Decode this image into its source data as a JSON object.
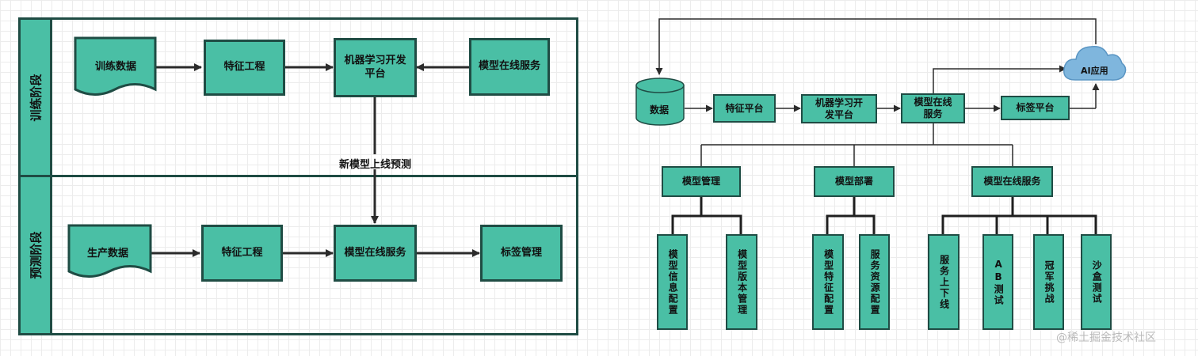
{
  "left": {
    "lanes": {
      "train": "训练阶段",
      "predict": "预测阶段"
    },
    "train": {
      "data": "训练数据",
      "feature": "特征工程",
      "ml_platform_l1": "机器学习开发",
      "ml_platform_l2": "平台",
      "online_service": "模型在线服务"
    },
    "edge_label": "新模型上线预测",
    "predict": {
      "data": "生产数据",
      "feature": "特征工程",
      "online_service": "模型在线服务",
      "label_mgmt": "标签管理"
    }
  },
  "right": {
    "data": "数据",
    "feature_platform": "特征平台",
    "ml_platform_l1": "机器学习开",
    "ml_platform_l2": "发平台",
    "online_l1": "模型在线",
    "online_l2": "服务",
    "label_platform": "标签平台",
    "ai_app": "AI应用",
    "model_mgmt": "模型管理",
    "model_deploy": "模型部署",
    "model_online": "模型在线服务",
    "leaves": {
      "info_config": "模型信息配置",
      "version_mgmt": "模型版本管理",
      "feature_config": "模型特征配置",
      "resource_config": "服务资源配置",
      "up_down": "服务上下线",
      "ab_test": "AB测试",
      "champion": "冠军挑战",
      "sandbox": "沙盒测试"
    }
  },
  "watermark": "@稀土掘金技术社区",
  "colors": {
    "fill": "#4abfa5",
    "border": "#1f4c44",
    "line": "#2b2b2b"
  }
}
